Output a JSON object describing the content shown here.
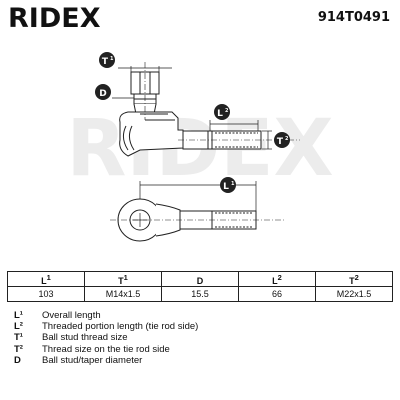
{
  "brand": {
    "logo_text": "RIDEX",
    "part_number": "914T0491"
  },
  "drawing": {
    "watermark_text": "RIDEX",
    "callouts": {
      "t1": {
        "letter": "T",
        "sup": "1"
      },
      "d": {
        "letter": "D"
      },
      "l2": {
        "letter": "L",
        "sup": "2"
      },
      "t2": {
        "letter": "T",
        "sup": "2"
      },
      "l1": {
        "letter": "L",
        "sup": "1"
      }
    }
  },
  "table": {
    "headers": [
      {
        "letter": "L",
        "sup": "1"
      },
      {
        "letter": "T",
        "sup": "1"
      },
      {
        "letter": "D",
        "sup": ""
      },
      {
        "letter": "L",
        "sup": "2"
      },
      {
        "letter": "T",
        "sup": "2"
      }
    ],
    "values": [
      "103",
      "M14x1.5",
      "15.5",
      "66",
      "M22x1.5"
    ]
  },
  "legend": [
    {
      "symbol": "L¹",
      "description": "Overall length"
    },
    {
      "symbol": "L²",
      "description": "Threaded portion length (tie rod side)"
    },
    {
      "symbol": "T¹",
      "description": "Ball stud thread size"
    },
    {
      "symbol": "T²",
      "description": "Thread size on the tie rod side"
    },
    {
      "symbol": "D",
      "description": "Ball stud/taper diameter"
    }
  ]
}
